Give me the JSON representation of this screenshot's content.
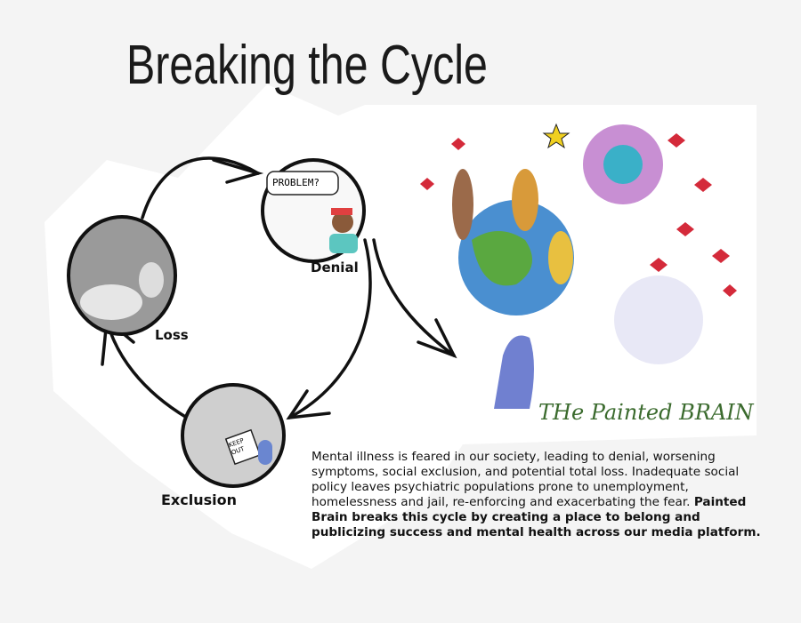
{
  "title": "Breaking the Cycle",
  "stages": [
    {
      "label": "Denial",
      "bubble": "PROBLEM?"
    },
    {
      "label": "Loss"
    },
    {
      "label": "Exclusion",
      "sign": "KEEP OUT"
    }
  ],
  "logo_text": "THe Painted BRAIN",
  "description": {
    "text": "Mental illness is feared in our society, leading to denial, worsening symptoms, social exclusion, and potential total loss. Inadequate social policy leaves psychiatric populations prone to unemployment, homelessness and jail, re-enforcing and exacerbating the fear.",
    "bold": "Painted Brain breaks this cycle by creating a place to belong and publicizing success and mental health across our media platform."
  },
  "colors": {
    "background": "#f4f4f4",
    "ink": "#111111",
    "logo_green": "#3b6b2e",
    "heart_red": "#d42a3a"
  }
}
